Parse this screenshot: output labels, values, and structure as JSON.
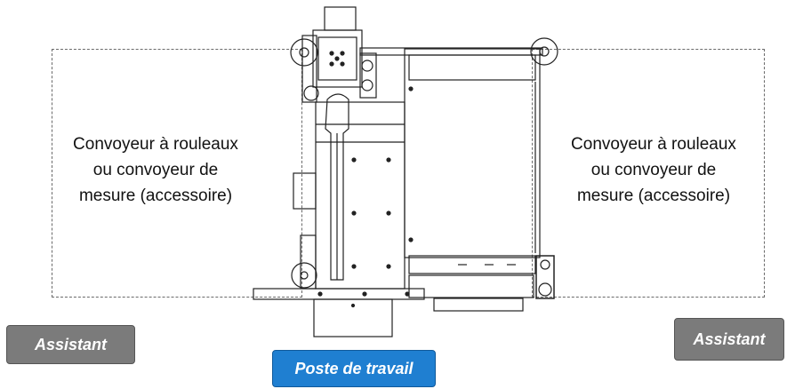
{
  "zones": {
    "left": {
      "lines": [
        "Convoyeur à rouleaux",
        "ou convoyeur de",
        "mesure (accessoire)"
      ]
    },
    "right": {
      "lines": [
        "Convoyeur à rouleaux",
        "ou convoyeur de",
        "mesure (accessoire)"
      ]
    }
  },
  "badges": {
    "assistant_left": "Assistant",
    "assistant_right": "Assistant",
    "workstation": "Poste de travail"
  },
  "colors": {
    "assistant_badge": "#7b7b7b",
    "workstation_badge": "#1f7fd1",
    "line": "#222222"
  }
}
